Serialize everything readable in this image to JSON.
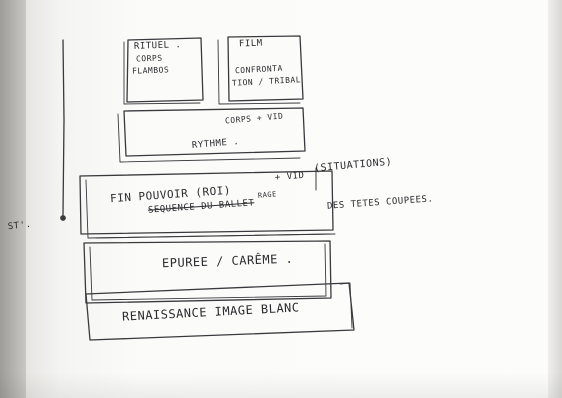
{
  "sketch": {
    "boxes": {
      "rituel": {
        "line1": "RITUEL .",
        "line2": "CORPS",
        "line3": "FLAMBOS"
      },
      "film": {
        "line1": "FILM",
        "line2": "CONFRONTA",
        "line3": "TION / TRIBAL"
      },
      "rythme": {
        "line1": "CORPS + VID",
        "line2": "RYTHME ."
      },
      "fin_pouvoir": {
        "vid": "+ VID",
        "situations": "(SITUATIONS)",
        "main": "FIN POUVOIR (ROI)",
        "rage": "RAGE",
        "sequence": "SEQUENCE DU BALLET",
        "tetes": "DES TETES COUPEES."
      },
      "epuree": {
        "label": "EPUREE / CARÊME ."
      },
      "renaissance": {
        "label": "RENAISSANCE IMAGE BLANC"
      }
    },
    "margin_note": "ST'."
  }
}
